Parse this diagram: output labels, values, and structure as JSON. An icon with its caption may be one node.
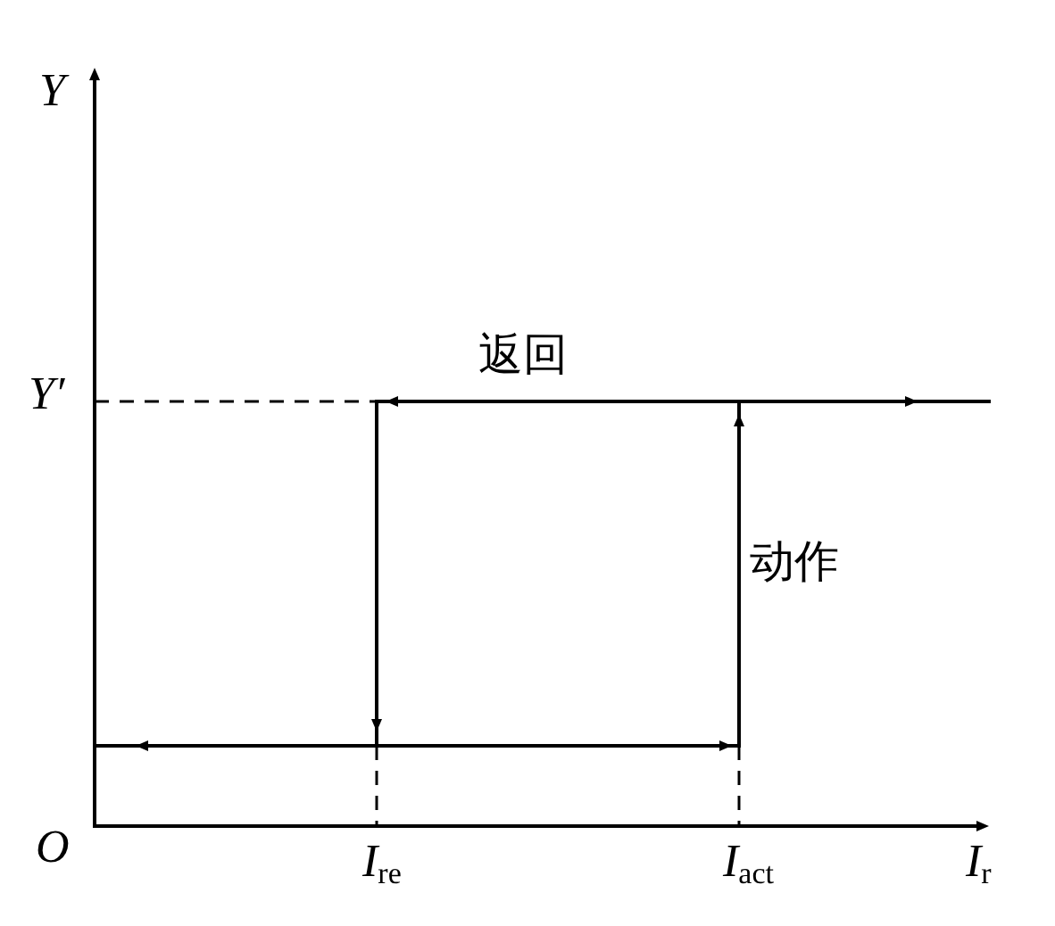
{
  "diagram": {
    "labels": [
      "Y",
      "Y′",
      "返回",
      "动作",
      "O",
      "*I*$_{re}$",
      "*I*$_{act}$",
      "*I*$_{r}$"
    ]
  }
}
